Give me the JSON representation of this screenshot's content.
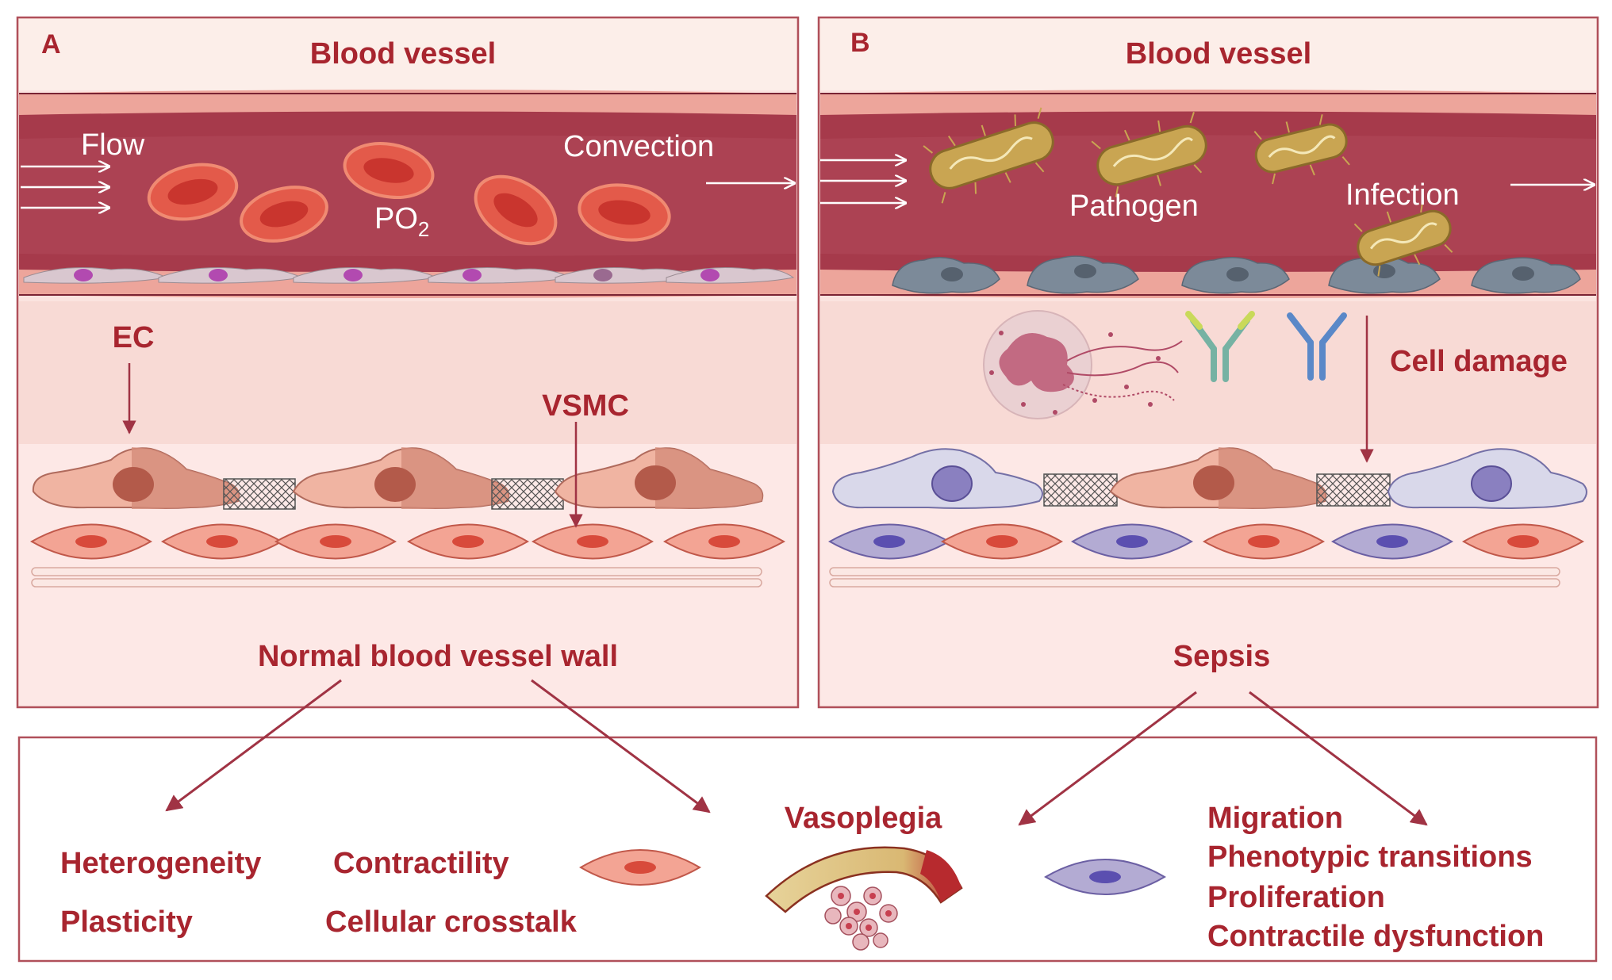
{
  "panel_a": {
    "letter": "A",
    "title": "Blood vessel",
    "flow_label": "Flow",
    "convection_label": "Convection",
    "po2_label": "PO",
    "po2_sub": "2",
    "ec_label": "EC",
    "vsmc_label": "VSMC",
    "caption": "Normal blood vessel wall"
  },
  "panel_b": {
    "letter": "B",
    "title": "Blood vessel",
    "pathogen_label": "Pathogen",
    "infection_label": "Infection",
    "cell_damage_label": "Cell damage",
    "caption": "Sepsis"
  },
  "bottom": {
    "normal_traits": [
      "Heterogeneity",
      "Plasticity",
      "Contractility",
      "Cellular crosstalk"
    ],
    "center_label": "Vasoplegia",
    "sepsis_traits": [
      "Migration",
      "Phenotypic transitions",
      "Proliferation",
      "Contractile dysfunction"
    ]
  },
  "colors": {
    "accent_text": "#a8252f",
    "lumen": "#a63a4b",
    "panel_bg": "#fbe3df",
    "border": "#b0505a",
    "healthy_cell": "#e88a78",
    "damaged_cell": "#b8b4d6"
  }
}
